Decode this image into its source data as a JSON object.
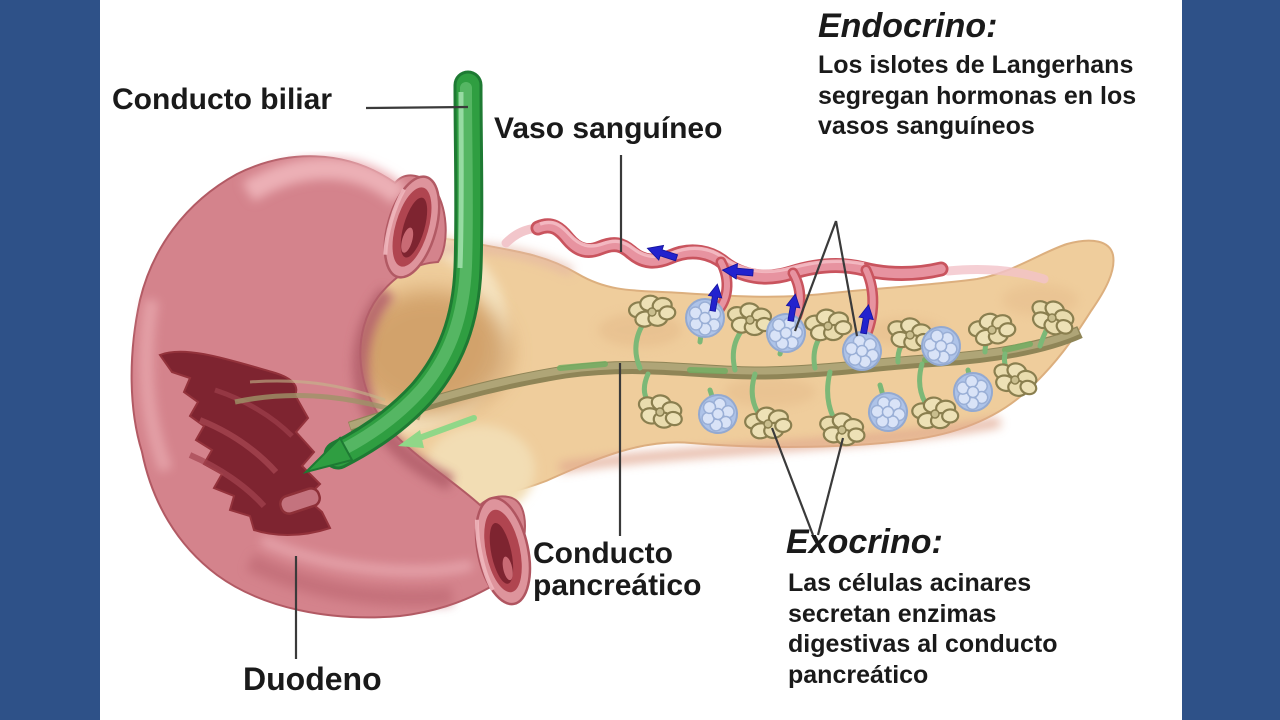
{
  "labels": {
    "conducto_biliar": "Conducto biliar",
    "vaso_sanguineo": "Vaso sanguíneo",
    "conducto_pancreatico": "Conducto\npancreático",
    "duodeno": "Duodeno"
  },
  "annotations": {
    "endocrino": {
      "heading": "Endocrino:",
      "body": "Los islotes de Langerhans\nsegregan hormonas en los\nvasos sanguíneos"
    },
    "exocrino": {
      "heading": "Exocrino:",
      "body": "Las células acinares\nsecretan enzimas\ndigestivas al conducto\npancreático"
    }
  },
  "structures": {
    "pancreas": "páncreas",
    "duodenum": "duodeno",
    "bile_duct": "conducto biliar",
    "pancreatic_duct": "conducto pancreático",
    "blood_vessel": "vaso sanguíneo",
    "islet": "islote de Langerhans",
    "acinus": "célula acinar"
  },
  "colors": {
    "frame_blue": "#2E5188",
    "canvas_white": "#FFFFFF",
    "text": "#1A1A1A",
    "pointer_line": "#3A3A3A",
    "pancreas_tan": "#EFCD9C",
    "duodenum_pink": "#D4838C",
    "duodenum_interior": "#7E2430",
    "bile_duct_green": "#2F9E41",
    "pancreatic_duct_olive": "#8F8557",
    "vessel_pink": "#E793A0",
    "islet_blue": "#CBD9F2",
    "acinus_tan": "#E9DCAE",
    "flow_arrow_blue": "#2222CE"
  }
}
